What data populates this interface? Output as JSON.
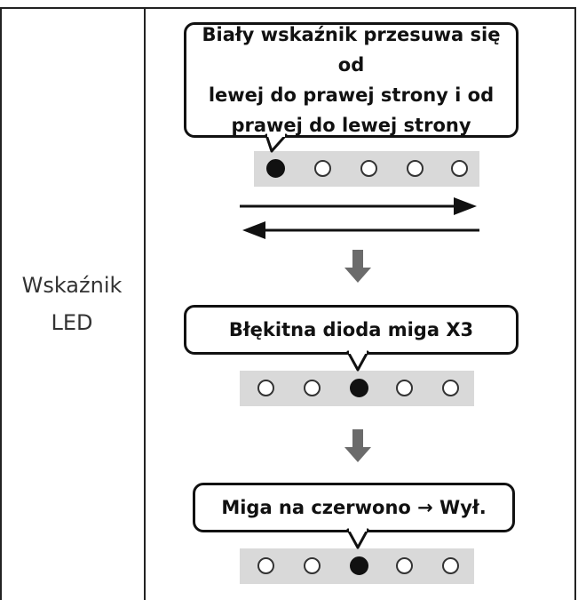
{
  "row_label": {
    "line1": "Wskaźnik",
    "line2": "LED"
  },
  "steps": [
    {
      "message_lines": [
        "Biały wskaźnik przesuwa się od",
        "lewej do prawej strony i od",
        "prawej do lewej strony"
      ],
      "led_states": [
        true,
        false,
        false,
        false,
        false
      ],
      "shows_bidirectional_arrows": true
    },
    {
      "message_lines": [
        "Błękitna dioda miga X3"
      ],
      "led_states": [
        false,
        false,
        true,
        false,
        false
      ],
      "shows_bidirectional_arrows": false
    },
    {
      "message_lines": [
        "Miga na czerwono → Wył."
      ],
      "led_states": [
        false,
        false,
        true,
        false,
        false
      ],
      "shows_bidirectional_arrows": false
    }
  ],
  "colors": {
    "border": "#222222",
    "led_strip": "#d9d9d9",
    "led_on": "#111111",
    "down_arrow": "#6b6b6b"
  }
}
